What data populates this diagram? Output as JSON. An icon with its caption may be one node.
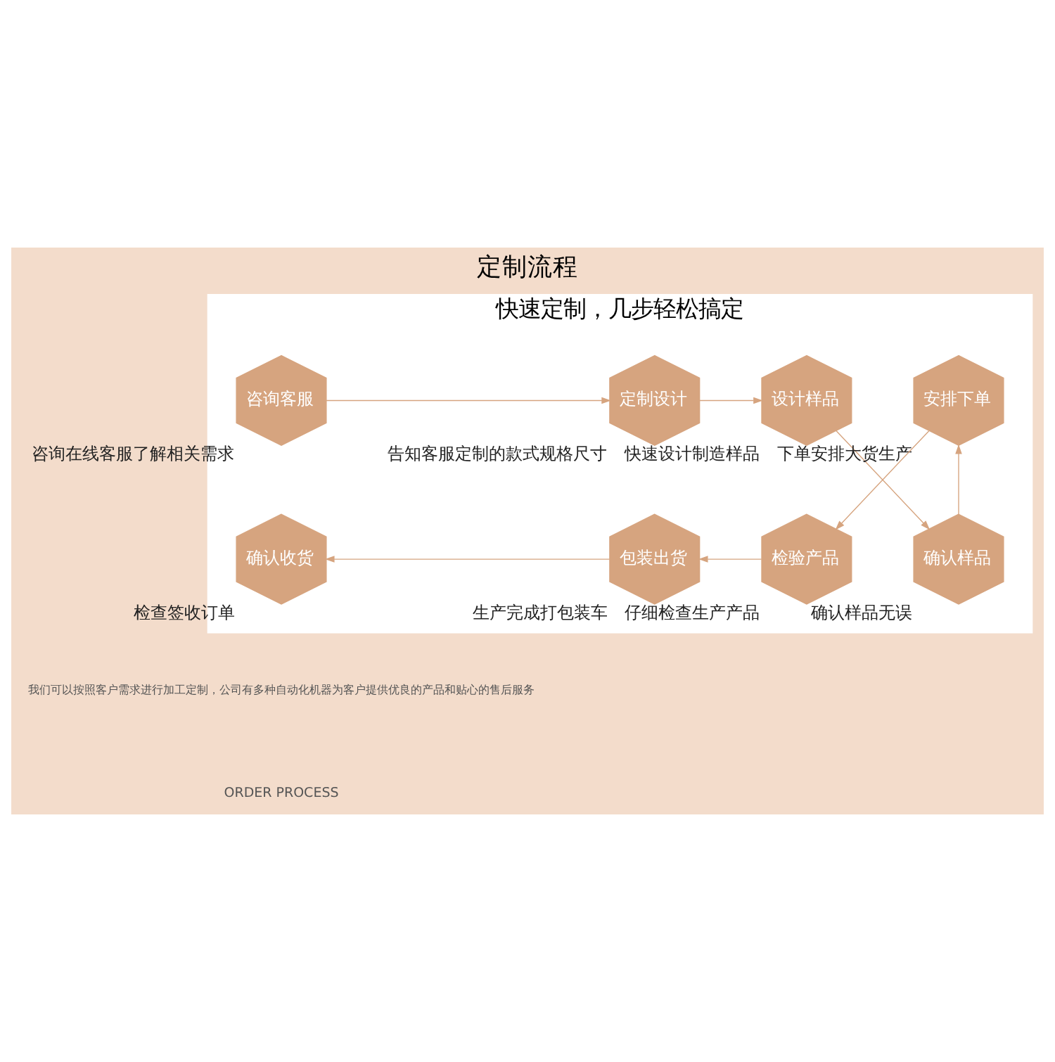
{
  "diagram": {
    "title": "定制流程",
    "nodes": [
      {
        "text": [
          "快速定制，几步轻松搞定"
        ]
      },
      {
        "text": [
          "咨询客服"
        ],
        "in": 0,
        "beside": [
          "咨询在线客服了解相关需求"
        ]
      },
      {
        "text": [
          "定制设计"
        ],
        "in": 0,
        "beside": [
          "告知客服定制的款式规格尺寸"
        ]
      },
      {
        "text": [
          "设计样品"
        ],
        "in": 0,
        "beside": [
          "快速设计制造样品"
        ]
      },
      {
        "text": [
          "确认样品"
        ],
        "in": 0,
        "beside": [
          "确认样品无误"
        ]
      },
      {
        "text": [
          "安排下单"
        ],
        "in": 0,
        "beside": [
          "下单安排大货生产"
        ]
      },
      {
        "text": [
          "检验产品"
        ],
        "in": 0,
        "beside": [
          "仔细检查生产产品"
        ]
      },
      {
        "text": [
          "包装出货"
        ],
        "in": 0,
        "beside": [
          "生产完成打包装车"
        ]
      },
      {
        "text": [
          "确认收货"
        ],
        "in": 0,
        "beside": [
          "检查签收订单"
        ]
      }
    ],
    "edges": [
      {
        "from": 1,
        "to": 2,
        "arrow": "to"
      },
      {
        "from": 2,
        "to": 3,
        "arrow": "to"
      },
      {
        "from": 3,
        "to": 4,
        "arrow": "to"
      },
      {
        "from": 4,
        "to": 5,
        "arrow": "to"
      },
      {
        "from": 5,
        "to": 6,
        "arrow": "to"
      },
      {
        "from": 6,
        "to": 7,
        "arrow": "to"
      },
      {
        "from": 7,
        "to": 8,
        "arrow": "to"
      }
    ],
    "labels": [
      "ORDER PROCESS",
      "我们可以按照客户需求进行加工定制，公司有多种自动化机器为客户提供优良的产品和贴心的售后服务"
    ]
  }
}
